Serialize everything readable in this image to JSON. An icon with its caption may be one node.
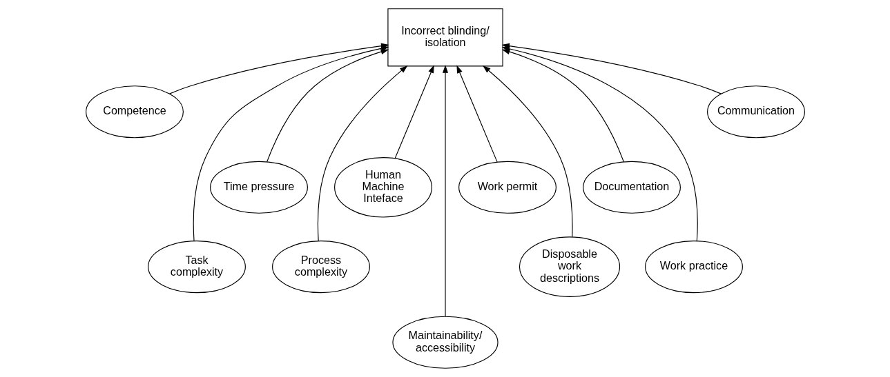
{
  "diagram": {
    "nodes": [
      {
        "text": [
          "Incorrect blinding/ isolation"
        ]
      },
      {
        "text": [
          "Competence"
        ]
      },
      {
        "text": [
          "Task complexity"
        ]
      },
      {
        "text": [
          "Time pressure"
        ]
      },
      {
        "text": [
          "Process complexity"
        ]
      },
      {
        "text": [
          "Human Machine Inteface"
        ]
      },
      {
        "text": [
          "Maintainability/ accessibility"
        ]
      },
      {
        "text": [
          "Work permit"
        ]
      },
      {
        "text": [
          "Disposable work descriptions"
        ]
      },
      {
        "text": [
          "Documentation"
        ]
      },
      {
        "text": [
          "Work practice"
        ]
      },
      {
        "text": [
          "Communication"
        ]
      }
    ],
    "edges": [
      {
        "from": 1,
        "to": 0,
        "arrow": "to"
      },
      {
        "from": 2,
        "to": 0,
        "arrow": "to"
      },
      {
        "from": 3,
        "to": 0,
        "arrow": "to"
      },
      {
        "from": 4,
        "to": 0,
        "arrow": "to"
      },
      {
        "from": 5,
        "to": 0,
        "arrow": "to"
      },
      {
        "from": 6,
        "to": 0,
        "arrow": "to"
      },
      {
        "from": 7,
        "to": 0,
        "arrow": "to"
      },
      {
        "from": 8,
        "to": 0,
        "arrow": "to"
      },
      {
        "from": 9,
        "to": 0,
        "arrow": "to"
      },
      {
        "from": 10,
        "to": 0,
        "arrow": "to"
      },
      {
        "from": 11,
        "to": 0,
        "arrow": "to"
      }
    ]
  }
}
